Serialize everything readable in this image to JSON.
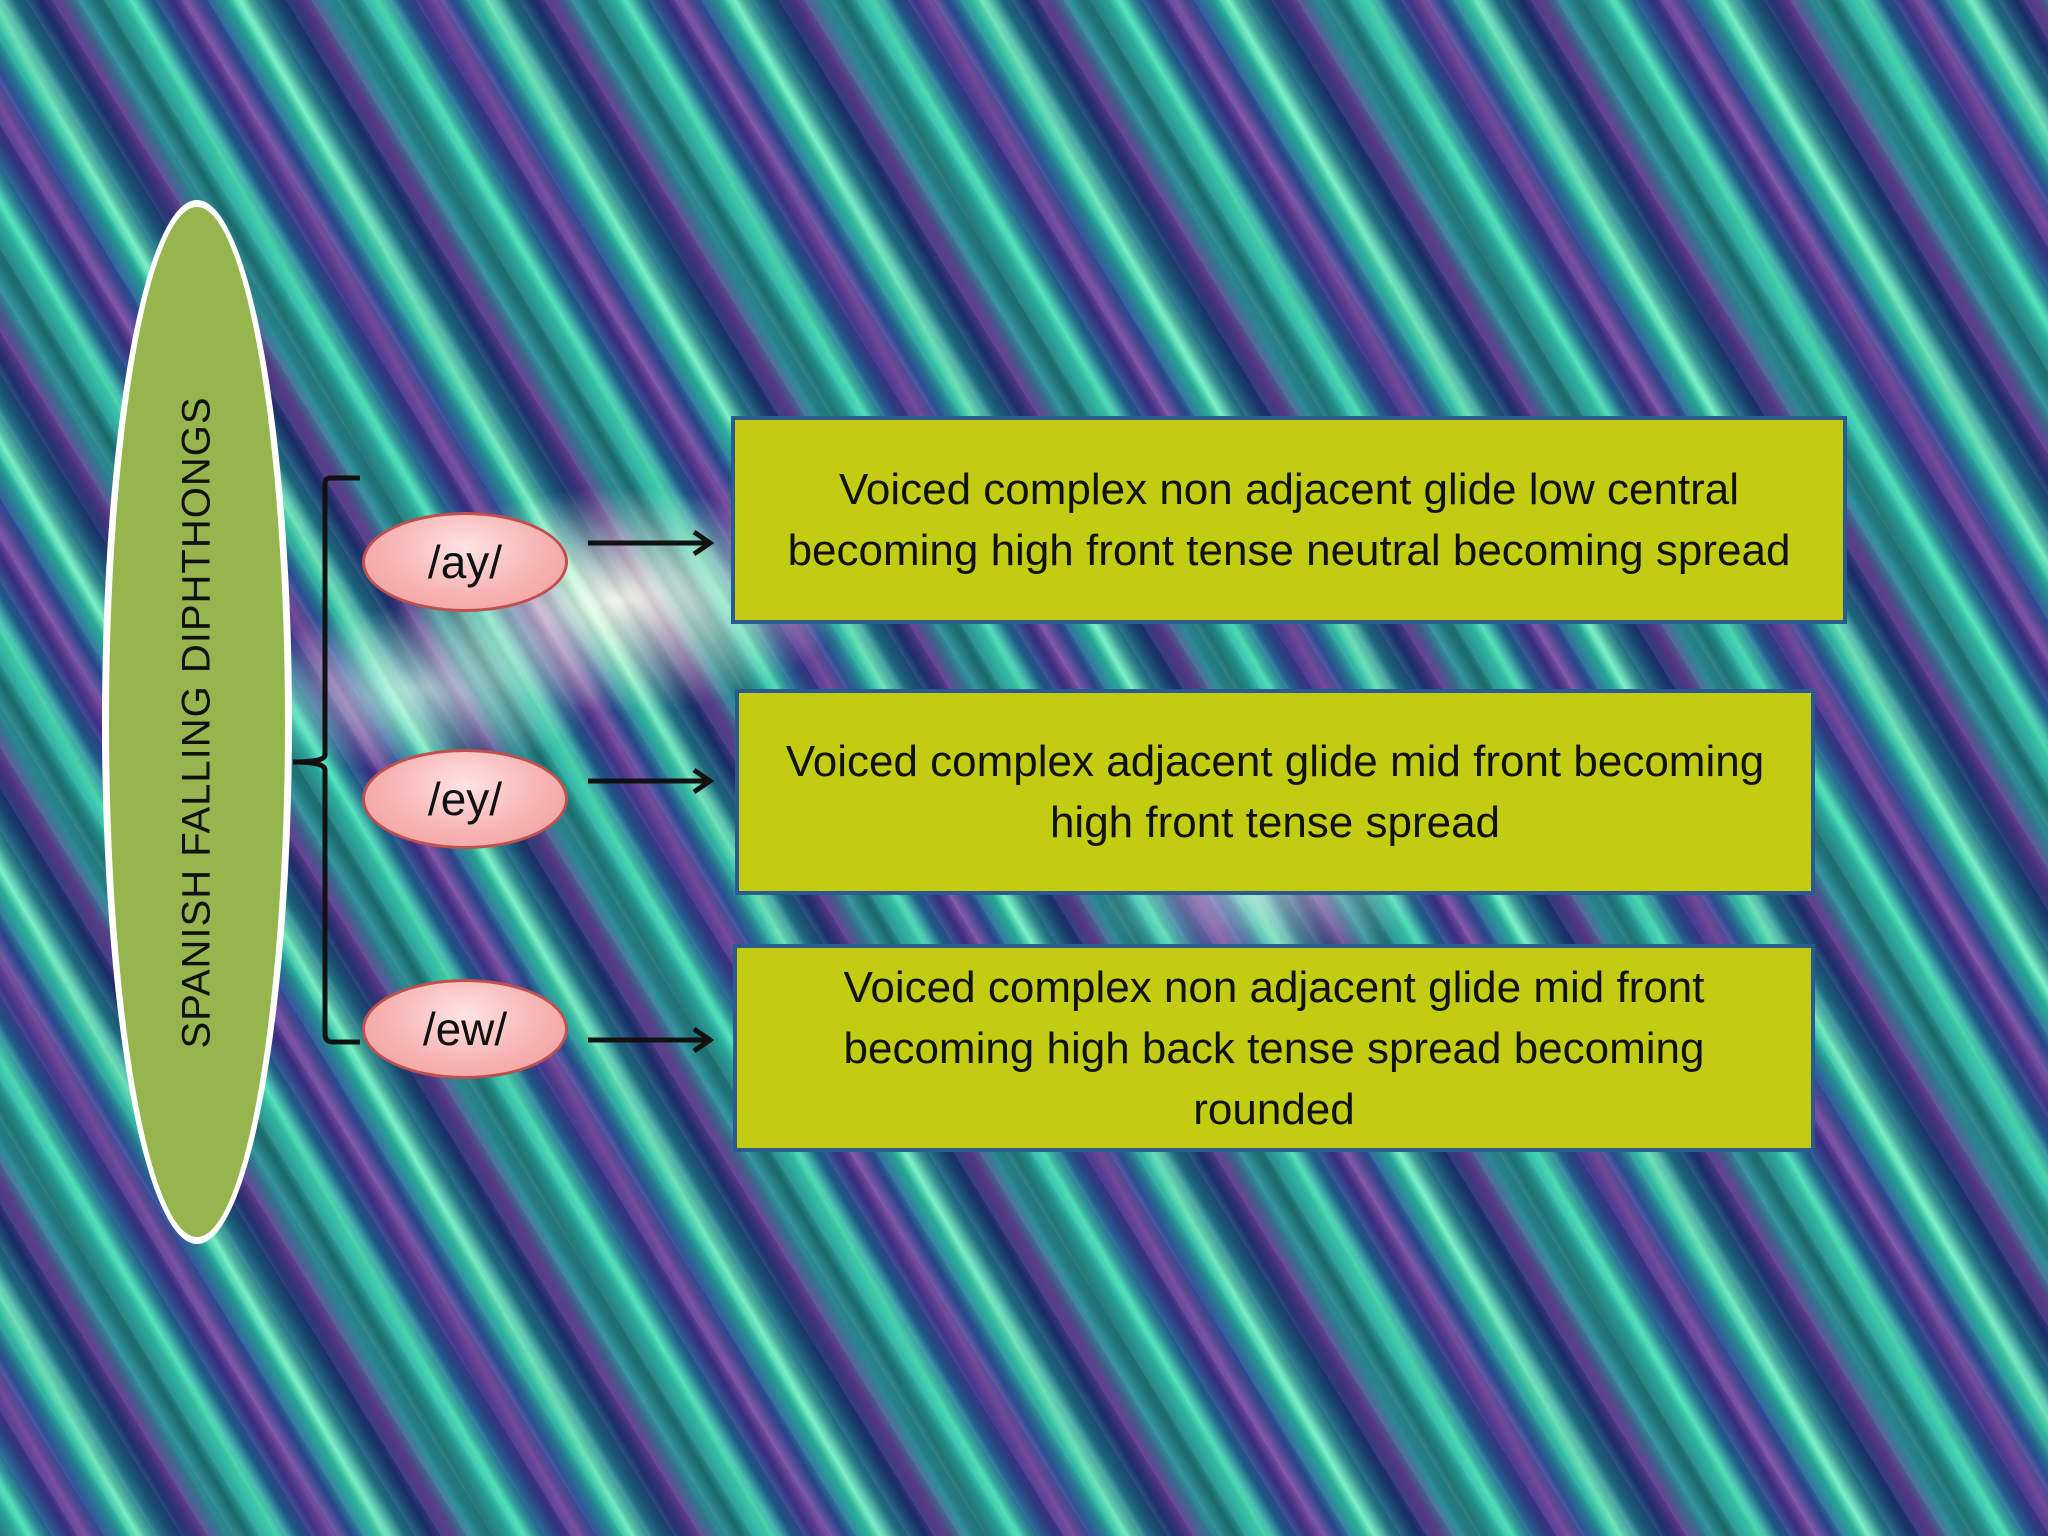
{
  "diagram": {
    "title": "SPANISH FALLING DIPHTHONGS",
    "items": [
      {
        "symbol": "/ay/",
        "description": "Voiced complex non adjacent glide low central becoming high front tense neutral becoming spread"
      },
      {
        "symbol": "/ey/",
        "description": "Voiced complex adjacent glide mid front becoming high front tense spread"
      },
      {
        "symbol": "/ew/",
        "description": "Voiced complex non adjacent glide mid front becoming high back tense spread becoming rounded"
      }
    ]
  },
  "colors": {
    "oval_fill": "#96b54e",
    "pill_border": "#c0504d",
    "box_fill": "#c2cc12",
    "box_border": "#2b5a8f"
  }
}
